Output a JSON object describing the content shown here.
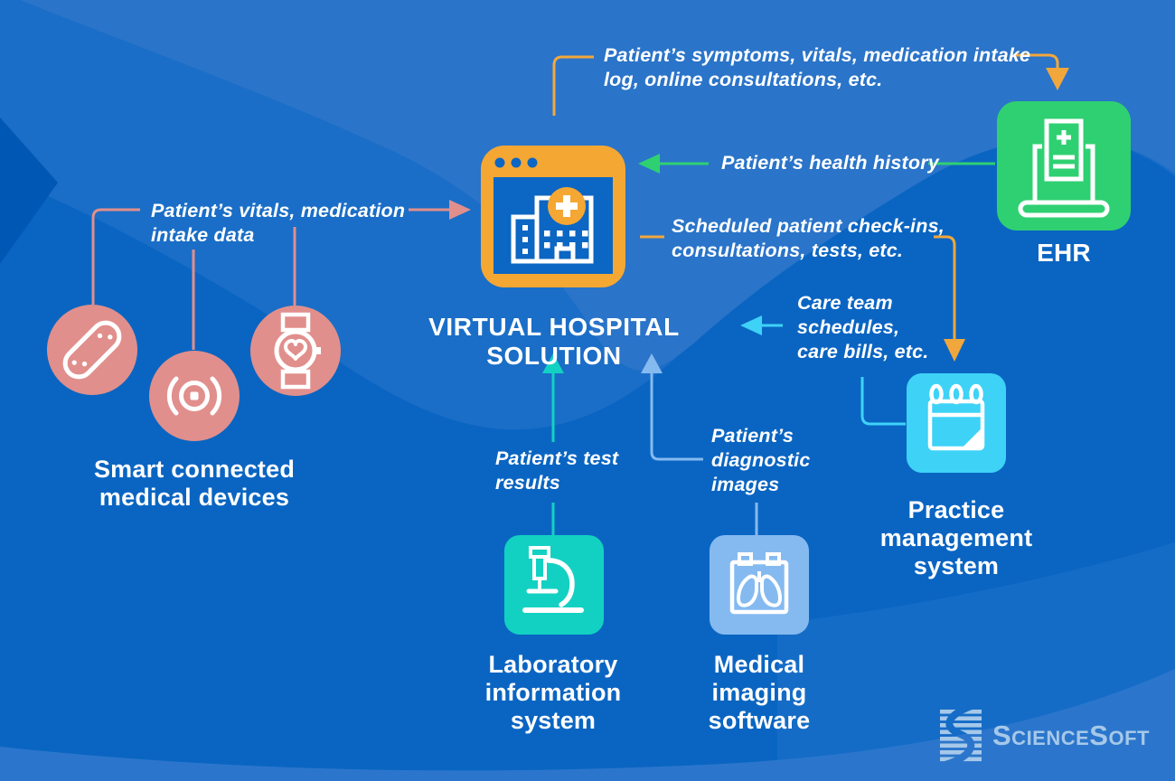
{
  "title": "VIRTUAL HOSPITAL SOLUTION",
  "nodes": {
    "smart_devices": {
      "label": "Smart connected\nmedical devices"
    },
    "ehr": {
      "label": "EHR"
    },
    "practice_management": {
      "label": "Practice\nmanagement\nsystem"
    },
    "laboratory_information": {
      "label": "Laboratory\ninformation\nsystem"
    },
    "medical_imaging": {
      "label": "Medical\nimaging\nsoftware"
    }
  },
  "flows": {
    "symptoms": {
      "label": "Patient’s symptoms, vitals, medication intake\nlog, online consultations, etc.",
      "color": "#F2A73C"
    },
    "health_history": {
      "label": "Patient’s health history",
      "color": "#2FD072"
    },
    "vitals": {
      "label": "Patient’s vitals, medication\nintake data",
      "color": "#E18F8C"
    },
    "checkins": {
      "label": "Scheduled patient check-ins,\nconsultations, tests, etc.",
      "color": "#F2A73C"
    },
    "care_team": {
      "label": "Care team\nschedules,\ncare bills, etc.",
      "color": "#3ED2F7"
    },
    "test_results": {
      "label": "Patient’s test\nresults",
      "color": "#13D1C2"
    },
    "diagnostic_images": {
      "label": "Patient’s\ndiagnostic\nimages",
      "color": "#85BAF0"
    }
  },
  "brand": {
    "name": "ScienceSoft"
  },
  "colors": {
    "background_base": "#0A65C2",
    "wave_light": "#2A74C9",
    "wave_mid": "#1A6EC7",
    "wave_dark": "#0057B4",
    "center_orange": "#F5A733",
    "devices_salmon": "#E18F8C",
    "ehr_green": "#2FD072",
    "practice_cyan": "#3ED2F7",
    "laboratory_teal": "#13D1C2",
    "imaging_blue": "#85BAF0",
    "text_white": "#FFFFFF",
    "logo_blue": "#A6C8E9"
  }
}
